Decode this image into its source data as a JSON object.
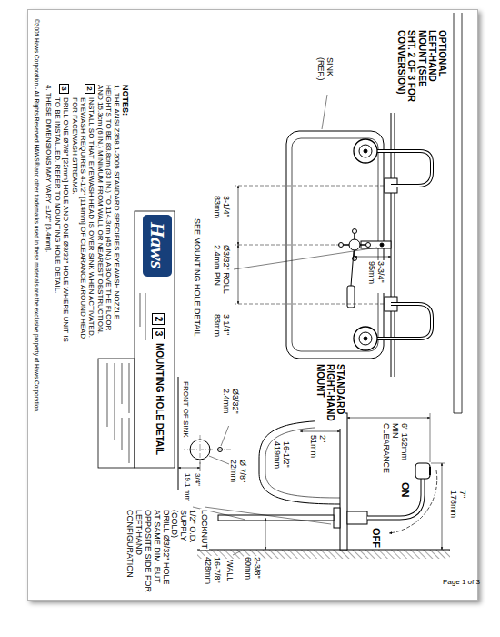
{
  "diagram": {
    "nodes": [
      {
        "text": [
          "Haws"
        ]
      },
      {
        "text": [
          "2"
        ]
      },
      {
        "text": [
          "3"
        ]
      },
      {
        "text": [
          "2"
        ]
      },
      {
        "text": [
          "3"
        ]
      }
    ],
    "labels": [
      "OPTIONAL LEFT-HAND MOUNT (SEE SHT. 2 OF 3 FOR CONVERSION)",
      "SINK (REF.)",
      "3-3/4\" 95mm",
      "STANDARD RIGHT-HAND MOUNT",
      "3-1/4\" 83mm",
      "Ø3/32\" ROLL 2.4mm PIN",
      "3 1/4\" 83mm",
      "SEE MOUNTING HOLE DETAIL",
      "7\" 178mm",
      "6\" 152mm MIN CLEARANCE",
      "2\" 51mm",
      "ON",
      "16-1/2\" 419mm",
      "OFF",
      "2-3/8\" 60mm",
      "WALL",
      "16-7/8\" 428mm",
      "LOCKNUT",
      "1/2\" O.D. SUPPLY (COLD)",
      "DRILL Ø3/32\" HOLE AT SAME DIM. BUT OPPOSITE SIDE FOR LEFT-HAND CONFIGURATION",
      "Ø 7/8\" 22mm",
      "Ø3/32\" 2.4mm",
      "FRONT OF SINK",
      "3/4\"",
      "19.1 mm",
      "MOUNTING HOLE DETAIL",
      "NOTES:",
      "1. THE ANSI Z358.1-2009 STANDARD SPECIFIES EYEWASH NOZZLE HEIGHTS TO BE 83.8cm (33 IN.) TO 114.3cm (45 IN.) ABOVE THE FLOOR AND 15.3cm (6 IN.) MINIMUM FROM WALL OR NEAREST OBSTRUCTION.",
      "INSTALL SO THAT EYEWASH HEAD IS OVER SINK WHEN ACTIVATED. EYEWASH REQUIRES 4-1/2\" [114mm] OF CLEARANCE AROUND HEAD FOR FACEWASH STREAMS.",
      "DRILL ONE Ø7/8\" [22mm] HOLE AND ONE Ø3/32\" HOLE WHERE UNIT IS TO BE INSTALLED. REFER TO MOUNTING HOLE DETAIL.",
      "4. THESE DIMENSIONS MAY VARY ±1/2\" [6.4mm].",
      "©2009 Haws Corporation - All Rights Reserved   HAWS® and other trademarks used in these materials are the exclusive property of Haws Corporation.",
      "Page 1 of 3"
    ]
  }
}
